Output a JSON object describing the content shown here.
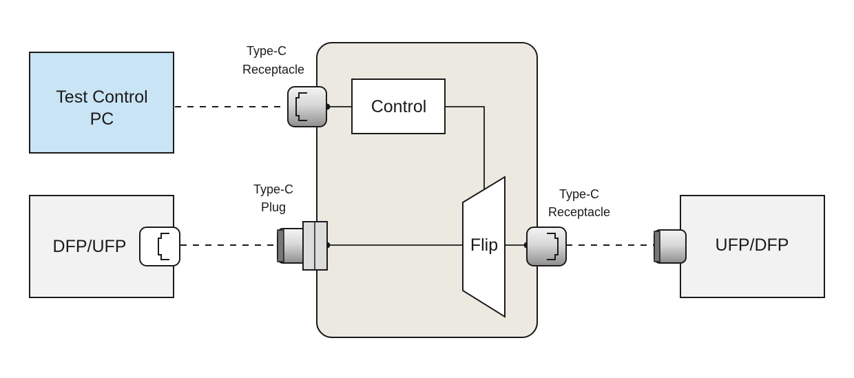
{
  "diagram": {
    "test_pc": {
      "line1": "Test Control",
      "line2": "PC"
    },
    "dfp_ufp": {
      "label": "DFP/UFP"
    },
    "ufp_dfp": {
      "label": "UFP/DFP"
    },
    "control": {
      "label": "Control"
    },
    "flip": {
      "label": "Flip"
    },
    "receptacle_top": {
      "line1": "Type-C",
      "line2": "Receptacle"
    },
    "plug": {
      "line1": "Type-C",
      "line2": "Plug"
    },
    "receptacle_right": {
      "line1": "Type-C",
      "line2": "Receptacle"
    }
  },
  "colors": {
    "pc_fill": "#c9e4f4",
    "device_fill": "#f2f2f2",
    "tester_fill": "#ece9e1",
    "stroke": "#1a1a1a"
  }
}
